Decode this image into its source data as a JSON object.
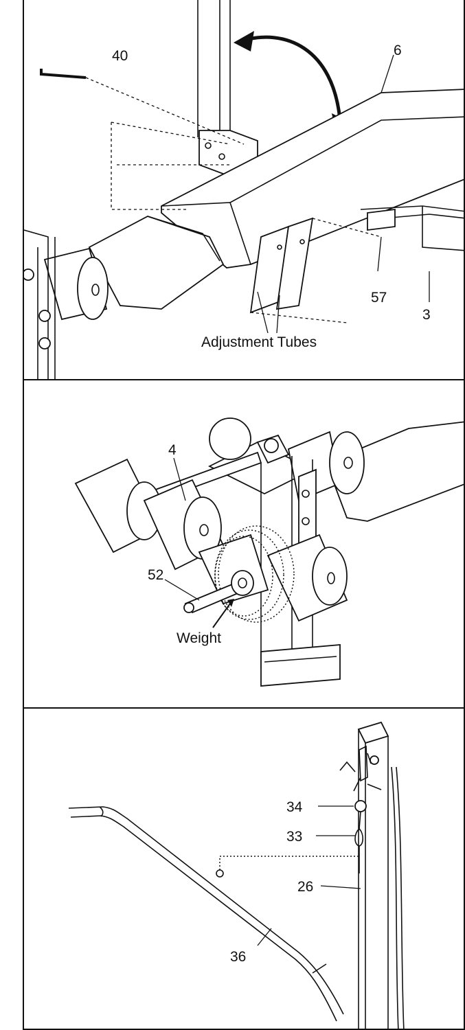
{
  "panel1": {
    "callouts": {
      "c40": "40",
      "c6": "6",
      "c57": "57",
      "c3": "3"
    },
    "label": "Adjustment Tubes"
  },
  "panel2": {
    "callouts": {
      "c4": "4",
      "c52": "52"
    },
    "label": "Weight"
  },
  "panel3": {
    "callouts": {
      "c34": "34",
      "c33": "33",
      "c26": "26",
      "c36": "36"
    }
  }
}
